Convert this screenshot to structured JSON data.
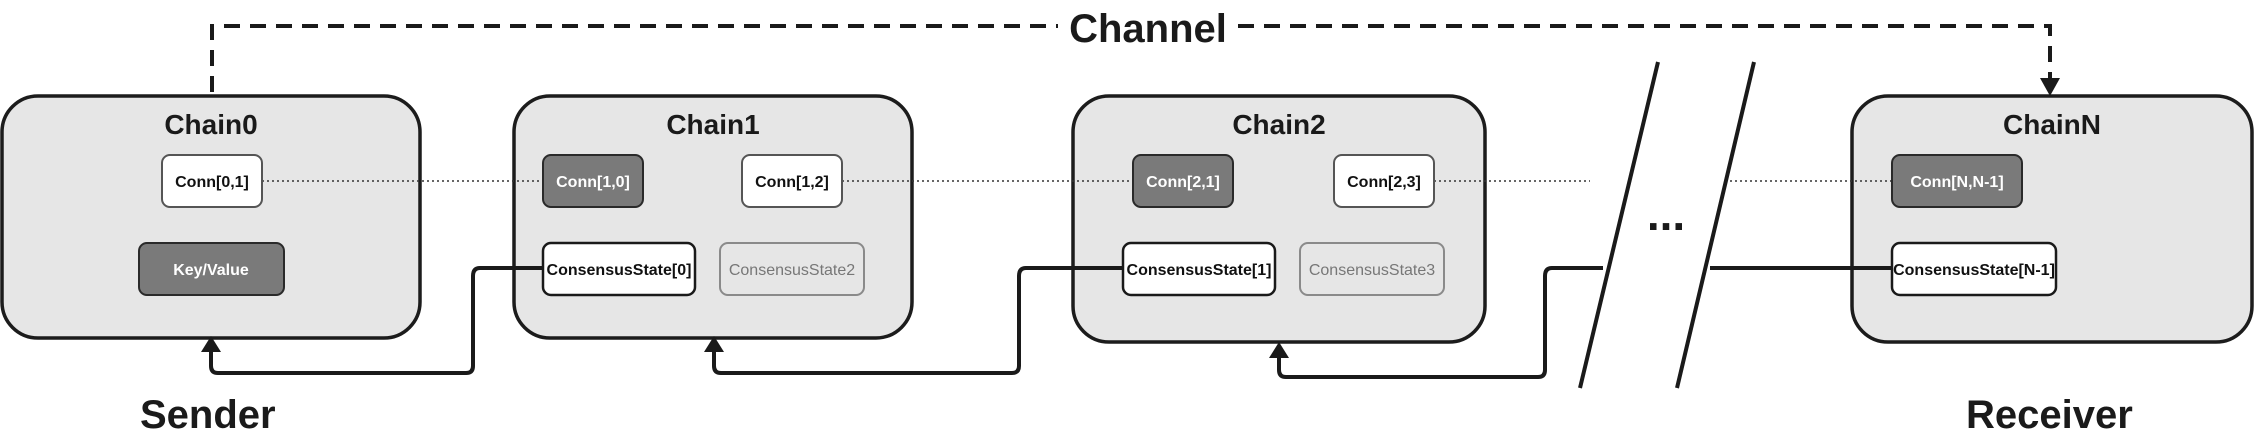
{
  "channel_label": "Channel",
  "sender_label": "Sender",
  "receiver_label": "Receiver",
  "ellipsis": "...",
  "chains": {
    "chain0": {
      "title": "Chain0",
      "conn": "Conn[0,1]",
      "kv": "Key/Value"
    },
    "chain1": {
      "title": "Chain1",
      "conn_back": "Conn[1,0]",
      "conn_fwd": "Conn[1,2]",
      "cs_main": "ConsensusState[0]",
      "cs_faded": "ConsensusState2"
    },
    "chain2": {
      "title": "Chain2",
      "conn_back": "Conn[2,1]",
      "conn_fwd": "Conn[2,3]",
      "cs_main": "ConsensusState[1]",
      "cs_faded": "ConsensusState3"
    },
    "chainN": {
      "title": "ChainN",
      "conn_back": "Conn[N,N-1]",
      "cs_main": "ConsensusState[N-1]"
    }
  },
  "colors": {
    "chain_fill": "#e6e6e6",
    "dark_node": "#7a7a7a",
    "line": "#1a1a1a"
  }
}
